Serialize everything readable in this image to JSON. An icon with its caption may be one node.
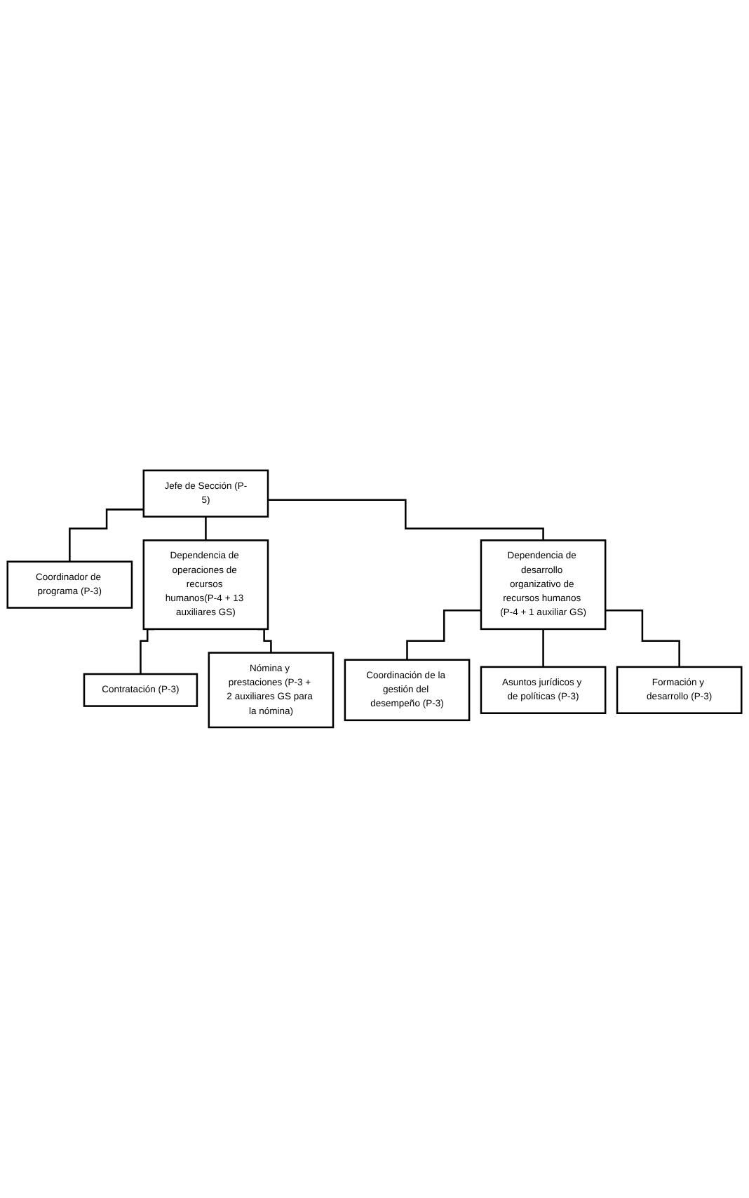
{
  "diagram": {
    "nodes": [
      {
        "text": [
          "Jefe de Sección (P-5)"
        ]
      },
      {
        "text": [
          "Coordinador de programa (P-3)"
        ]
      },
      {
        "text": [
          "Dependencia de operaciones de recursos humanos(P-4 + 13 auxiliares GS)"
        ]
      },
      {
        "text": [
          "Dependencia de desarrollo organizativo de recursos humanos (P-4 + 1 auxiliar GS)"
        ]
      },
      {
        "text": [
          "Contratación (P-3)"
        ]
      },
      {
        "text": [
          "Nómina y prestaciones (P-3 + 2 auxiliares GS para la nómina)"
        ]
      },
      {
        "text": [
          "Coordinación de la gestión del desempeño (P-3)"
        ]
      },
      {
        "text": [
          "Asuntos jurídicos y de políticas (P-3)"
        ]
      },
      {
        "text": [
          "Formación y desarrollo (P-3)"
        ]
      }
    ],
    "edges": [
      {
        "from": 0,
        "to": 1,
        "arrow": "none"
      },
      {
        "from": 0,
        "to": 2,
        "arrow": "none"
      },
      {
        "from": 0,
        "to": 3,
        "arrow": "none"
      },
      {
        "from": 2,
        "to": 4,
        "arrow": "none"
      },
      {
        "from": 2,
        "to": 5,
        "arrow": "none"
      },
      {
        "from": 3,
        "to": 6,
        "arrow": "none"
      },
      {
        "from": 3,
        "to": 7,
        "arrow": "none"
      },
      {
        "from": 3,
        "to": 8,
        "arrow": "none"
      }
    ]
  }
}
